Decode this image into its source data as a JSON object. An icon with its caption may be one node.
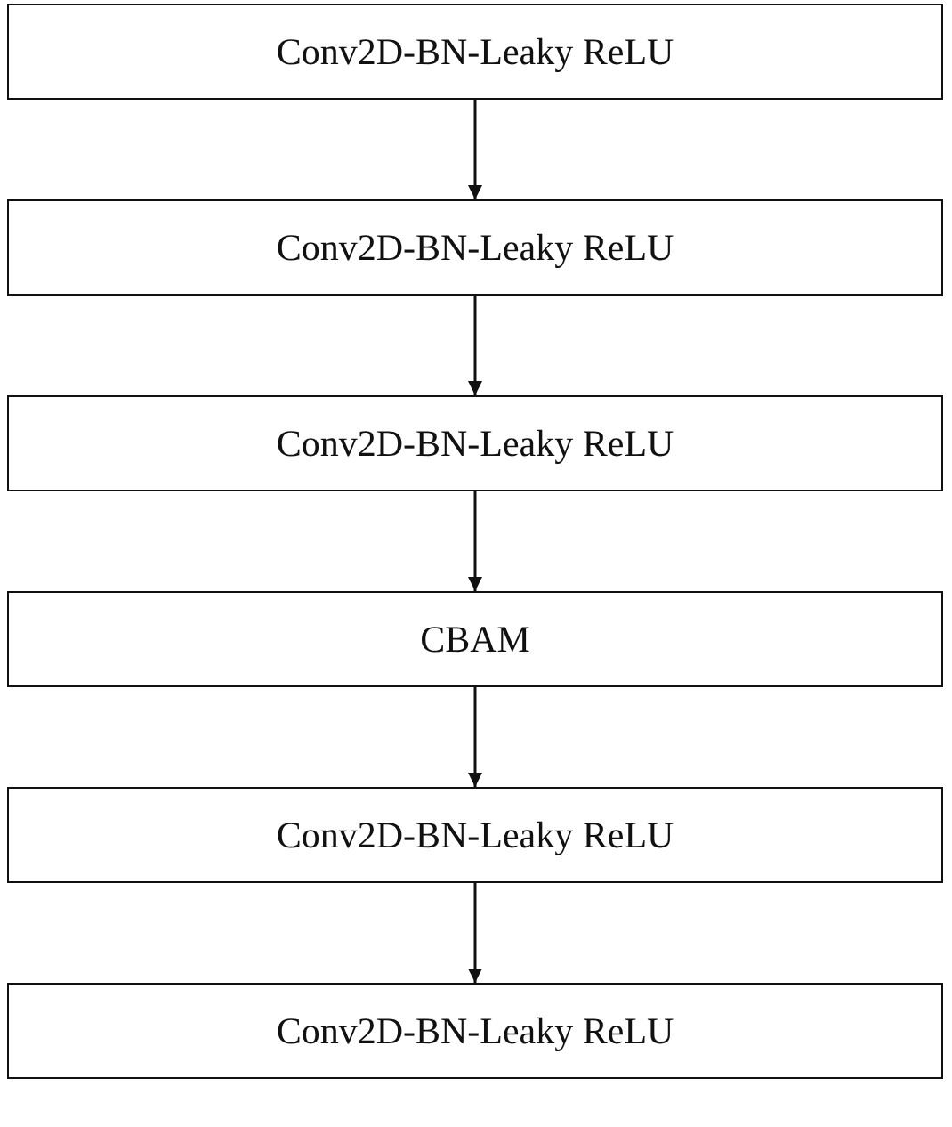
{
  "diagram": {
    "nodes": [
      {
        "text": [
          "Conv2D-BN-Leaky ReLU"
        ]
      },
      {
        "text": [
          "Conv2D-BN-Leaky ReLU"
        ]
      },
      {
        "text": [
          "Conv2D-BN-Leaky ReLU"
        ]
      },
      {
        "text": [
          "CBAM"
        ]
      },
      {
        "text": [
          "Conv2D-BN-Leaky ReLU"
        ]
      },
      {
        "text": [
          "Conv2D-BN-Leaky ReLU"
        ]
      }
    ],
    "edges": [
      {
        "from": 0,
        "to": 1,
        "arrow": "to"
      },
      {
        "from": 1,
        "to": 2,
        "arrow": "to"
      },
      {
        "from": 2,
        "to": 3,
        "arrow": "to"
      },
      {
        "from": 3,
        "to": 4,
        "arrow": "to"
      },
      {
        "from": 4,
        "to": 5,
        "arrow": "to"
      }
    ]
  }
}
